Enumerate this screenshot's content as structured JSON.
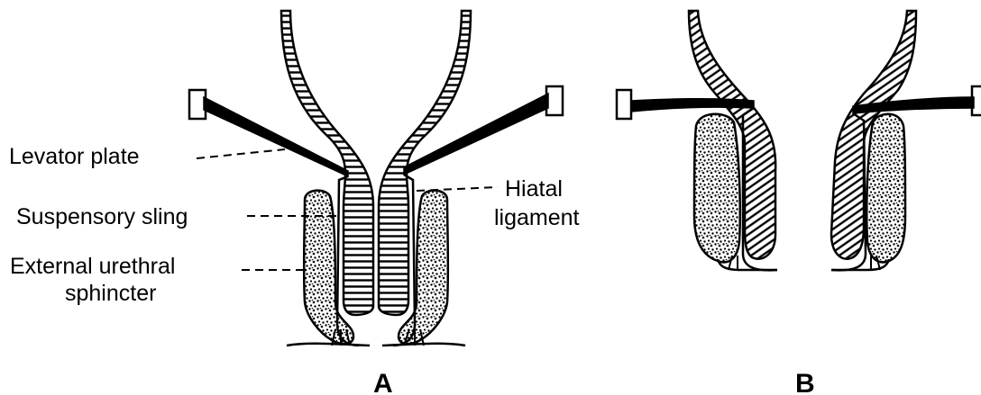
{
  "labels": {
    "levator_plate": "Levator plate",
    "suspensory_sling": "Suspensory sling",
    "external_urethral_line1": "External urethral",
    "external_urethral_line2": "sphincter",
    "hiatal_line1": "Hiatal",
    "hiatal_line2": "ligament"
  },
  "panels": {
    "a": "A",
    "b": "B"
  },
  "colors": {
    "ink": "#000000",
    "background": "#ffffff"
  }
}
